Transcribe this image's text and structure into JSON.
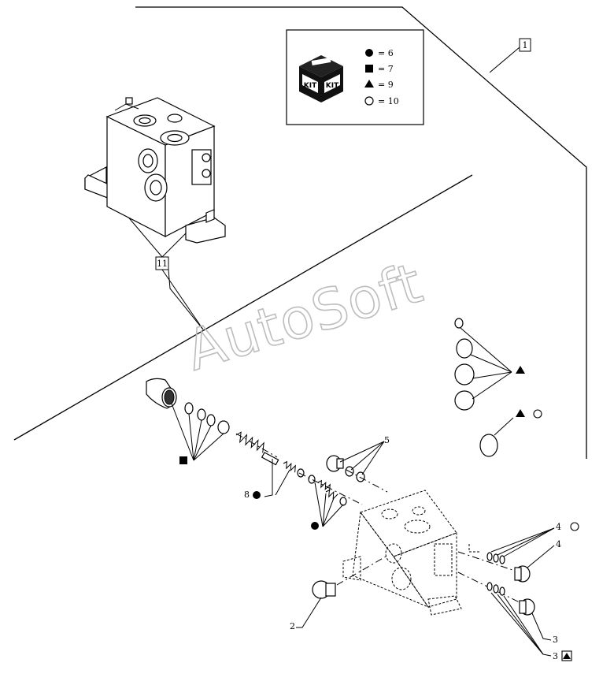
{
  "watermark": "AutoSoft",
  "legend": {
    "kit_word": "KIT",
    "entries": [
      {
        "symbol": "filled-circle",
        "text": "= 6"
      },
      {
        "symbol": "filled-square",
        "text": "= 7"
      },
      {
        "symbol": "filled-triangle",
        "text": "= 9"
      },
      {
        "symbol": "open-circle",
        "text": "= 10"
      }
    ]
  },
  "callouts": {
    "assembly_top": "1",
    "assembly_left": "11"
  },
  "labels": {
    "l2": "2",
    "l3a": "3",
    "l3b": "3",
    "l4a": "4",
    "l4b": "4",
    "l5": "5",
    "l8": "8"
  }
}
